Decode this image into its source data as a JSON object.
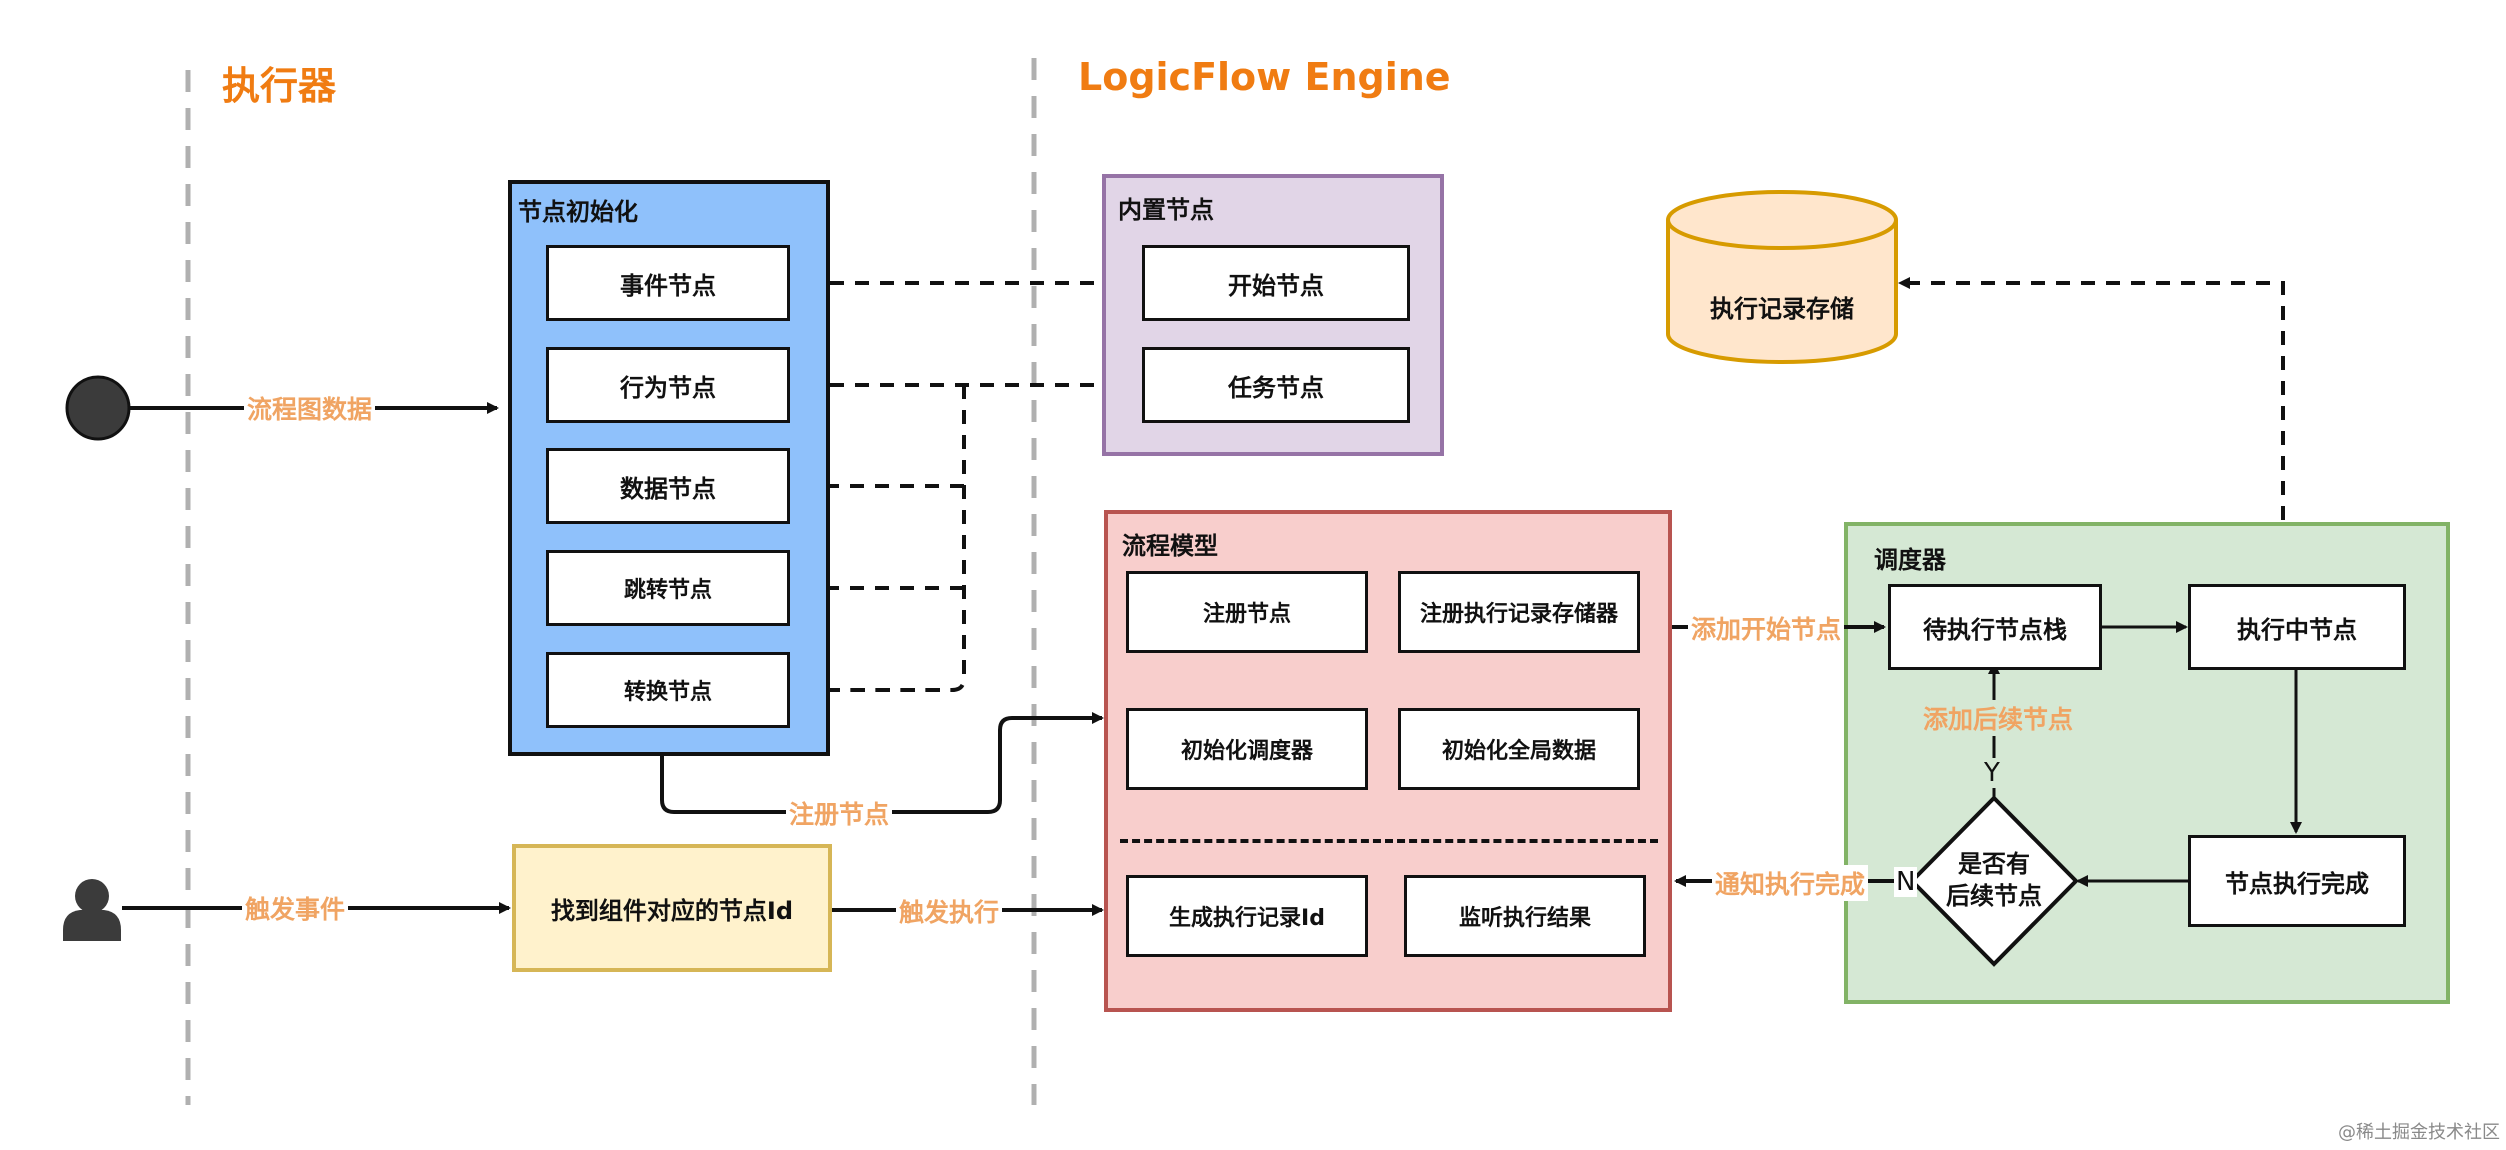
{
  "sections": {
    "executor": "执行器",
    "engine": "LogicFlow Engine"
  },
  "node_init": {
    "title": "节点初始化",
    "nodes": [
      "事件节点",
      "行为节点",
      "数据节点",
      "跳转节点",
      "转换节点"
    ]
  },
  "builtin": {
    "title": "内置节点",
    "nodes": [
      "开始节点",
      "任务节点"
    ]
  },
  "storage": {
    "label": "执行记录存储"
  },
  "model": {
    "title": "流程模型",
    "nodes": [
      "注册节点",
      "注册执行记录存储器",
      "初始化调度器",
      "初始化全局数据",
      "生成执行记录Id",
      "监听执行结果"
    ]
  },
  "scheduler": {
    "title": "调度器",
    "pending_stack": "待执行节点栈",
    "running_node": "执行中节点",
    "node_done": "节点执行完成",
    "decision": [
      "是否有",
      "后续节点"
    ]
  },
  "find_node": {
    "label": "找到组件对应的节点Id"
  },
  "edge_labels": {
    "flow_data": "流程图数据",
    "trigger_event": "触发事件",
    "register_node": "注册节点",
    "trigger_exec": "触发执行",
    "add_start": "添加开始节点",
    "add_next": "添加后续节点",
    "notify_done": "通知执行完成",
    "yes": "Y",
    "no": "N"
  },
  "watermark": "@稀土掘金技术社区",
  "colors": {
    "accent_orange": "#f07c12",
    "edge_label": "#f0a463",
    "node_init_fill": "#8fc1fb",
    "builtin_fill": "#e1d5e7",
    "builtin_border": "#9673a6",
    "model_fill": "#f8cecc",
    "model_border": "#b85450",
    "scheduler_fill": "#d5e8d4",
    "scheduler_border": "#82b366",
    "storage_fill": "#ffe6cc",
    "storage_border": "#d79b00",
    "find_fill": "#fff2cc",
    "find_border": "#d6b656"
  }
}
